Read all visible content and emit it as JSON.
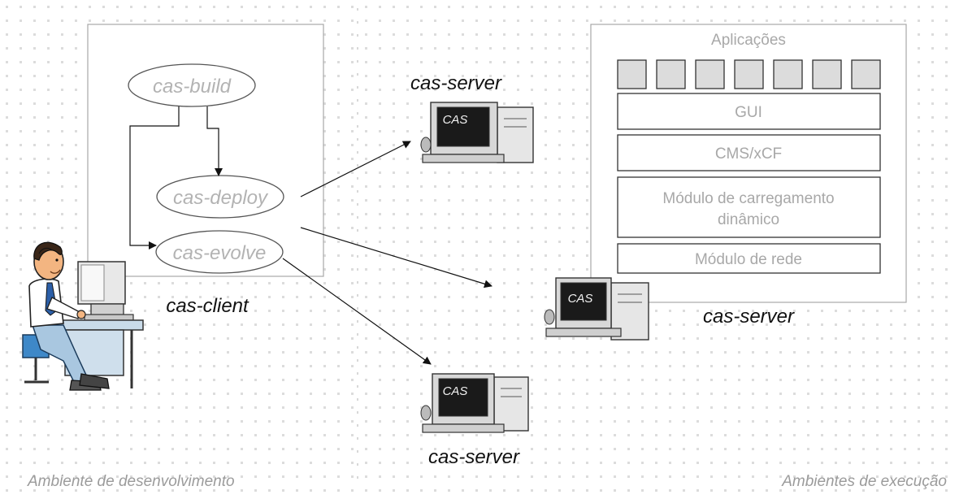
{
  "dev_env": {
    "label": "Ambiente de desenvolvimento",
    "client_label": "cas-client",
    "tools": [
      {
        "id": "build",
        "label": "cas-build"
      },
      {
        "id": "deploy",
        "label": "cas-deploy"
      },
      {
        "id": "evolve",
        "label": "cas-evolve"
      }
    ]
  },
  "exec_env": {
    "label": "Ambientes de execução",
    "stack": {
      "title": "Aplicações",
      "app_slots": 7,
      "layers": [
        "GUI",
        "CMS/xCF",
        "Módulo de carregamento dinâmico",
        "Módulo de rede"
      ]
    },
    "servers": [
      {
        "label": "cas-server",
        "screen_text": "CAS"
      },
      {
        "label": "cas-server",
        "screen_text": "CAS"
      },
      {
        "label": "cas-server",
        "screen_text": "CAS"
      }
    ]
  }
}
